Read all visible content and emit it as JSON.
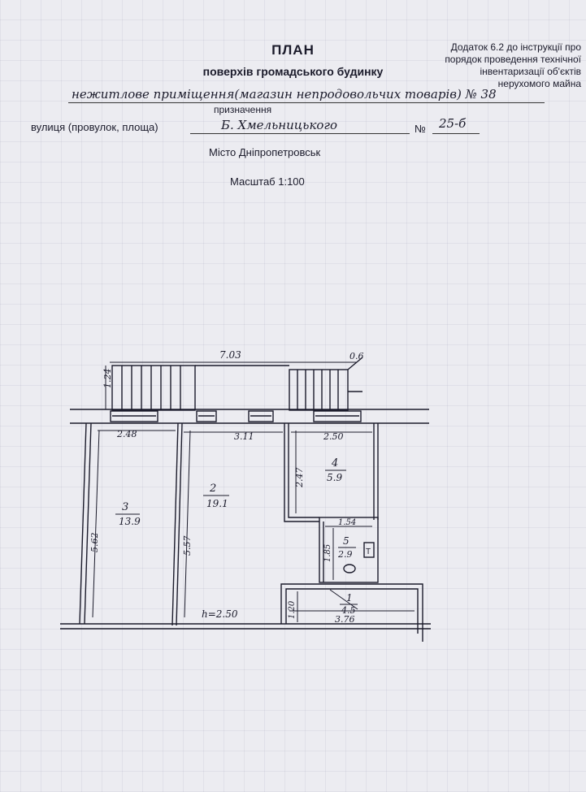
{
  "header": {
    "title": "ПЛАН",
    "subtitle": "поверхів громадського будинку",
    "appendix": "Додаток 6.2 до інструкції про порядок проведення технічної інвентаризації об'єктів нерухомого майна"
  },
  "form": {
    "purpose_value": "нежитлове приміщення(магазин непродовольчих товарів) № 38",
    "purpose_label": "призначення",
    "street_label": "вулиця (провулок, площа)",
    "street_value": "Б. Хмельницького",
    "number_label": "№",
    "number_value": "25-б",
    "city": "Місто  Дніпропетровськ",
    "scale": "Масштаб 1:100"
  },
  "plan": {
    "dims": {
      "top_width": "7.03",
      "stair_h": "1.24",
      "corner": "0.6",
      "w1": "2.48",
      "w2": "3.11",
      "w3": "2.50",
      "h_room3": "5.62",
      "h_room2": "5.57",
      "h_room4": "2.47",
      "w_room5": "1.54",
      "h_room5": "1.85",
      "h_room1": "1.20",
      "w_room1": "3.76",
      "ceiling": "h=2.50"
    },
    "rooms": [
      {
        "num": "3",
        "area": "13.9"
      },
      {
        "num": "2",
        "area": "19.1"
      },
      {
        "num": "4",
        "area": "5.9"
      },
      {
        "num": "5",
        "area": "2.9"
      },
      {
        "num": "1",
        "area": "4.5"
      }
    ],
    "wc_symbol": "T"
  }
}
